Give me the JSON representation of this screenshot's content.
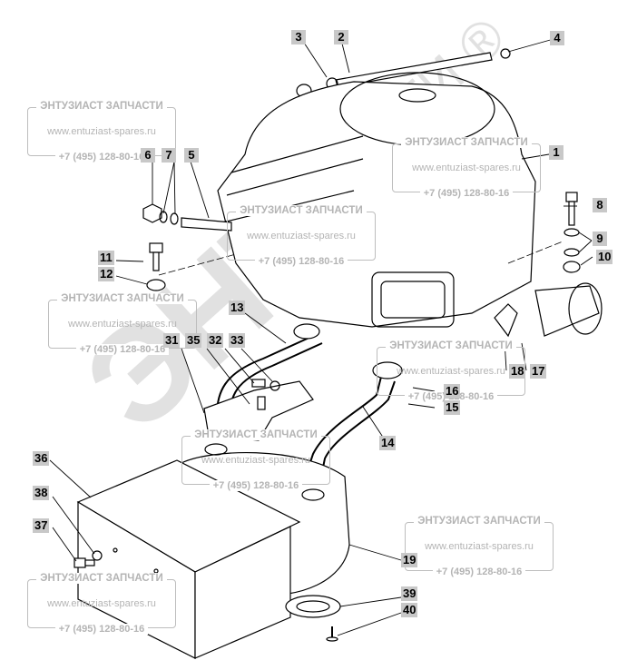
{
  "watermark": {
    "company": "ЭНТУЗИАСТ ЗАПЧАСТИ",
    "website": "www.entuziast-spares.ru",
    "phone": "+7 (495) 128-80-16",
    "big_text": "ЭНТУ",
    "small_text": "ЧАСТИ ®"
  },
  "callouts": [
    {
      "id": "1",
      "label": "1"
    },
    {
      "id": "2",
      "label": "2"
    },
    {
      "id": "3",
      "label": "3"
    },
    {
      "id": "4",
      "label": "4"
    },
    {
      "id": "5",
      "label": "5"
    },
    {
      "id": "6",
      "label": "6"
    },
    {
      "id": "7",
      "label": "7"
    },
    {
      "id": "8",
      "label": "8"
    },
    {
      "id": "9",
      "label": "9"
    },
    {
      "id": "10",
      "label": "10"
    },
    {
      "id": "11",
      "label": "11"
    },
    {
      "id": "12",
      "label": "12"
    },
    {
      "id": "13",
      "label": "13"
    },
    {
      "id": "14",
      "label": "14"
    },
    {
      "id": "15",
      "label": "15"
    },
    {
      "id": "16",
      "label": "16"
    },
    {
      "id": "17",
      "label": "17"
    },
    {
      "id": "18",
      "label": "18"
    },
    {
      "id": "19",
      "label": "19"
    },
    {
      "id": "31",
      "label": "31"
    },
    {
      "id": "32",
      "label": "32"
    },
    {
      "id": "33",
      "label": "33"
    },
    {
      "id": "35",
      "label": "35"
    },
    {
      "id": "36",
      "label": "36"
    },
    {
      "id": "37",
      "label": "37"
    },
    {
      "id": "38",
      "label": "38"
    },
    {
      "id": "39",
      "label": "39"
    },
    {
      "id": "40",
      "label": "40"
    }
  ]
}
